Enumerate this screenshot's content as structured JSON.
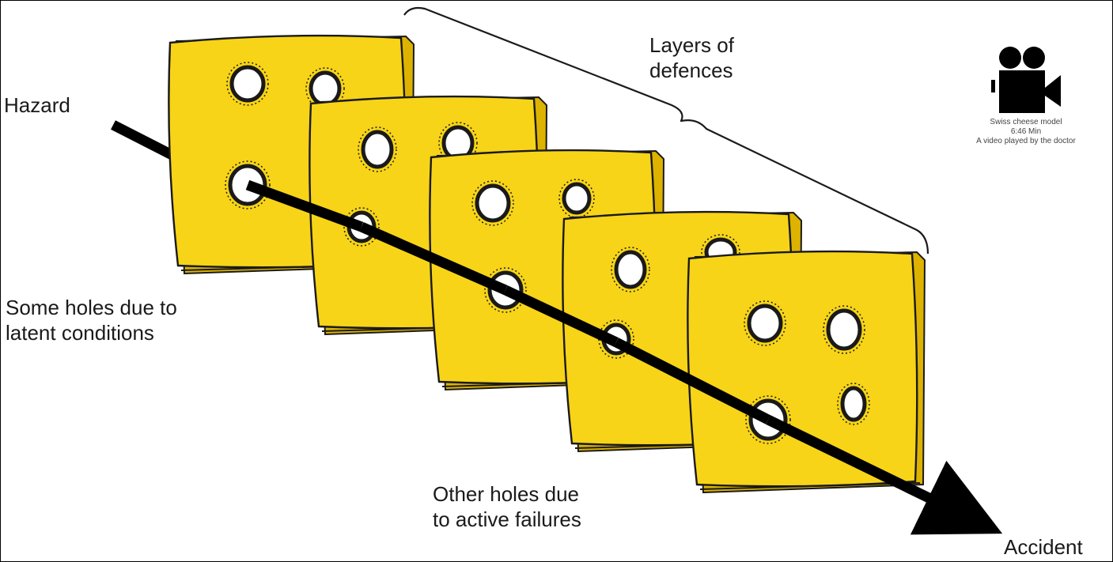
{
  "labels": {
    "hazard": "Hazard",
    "layers": [
      "Layers of",
      "defences"
    ],
    "latent": [
      "Some holes due to",
      "latent conditions"
    ],
    "active": [
      "Other holes due",
      "to active failures"
    ],
    "accident": "Accident"
  },
  "video": {
    "icon": "video-camera-icon",
    "title": "Swiss cheese model",
    "duration": "6:46 Min",
    "caption": "A video played by the doctor"
  },
  "colors": {
    "cheese": "#F7D417",
    "cheese_edge": "#DDB300",
    "outline": "#1a1a1a",
    "arrow": "#000000"
  }
}
